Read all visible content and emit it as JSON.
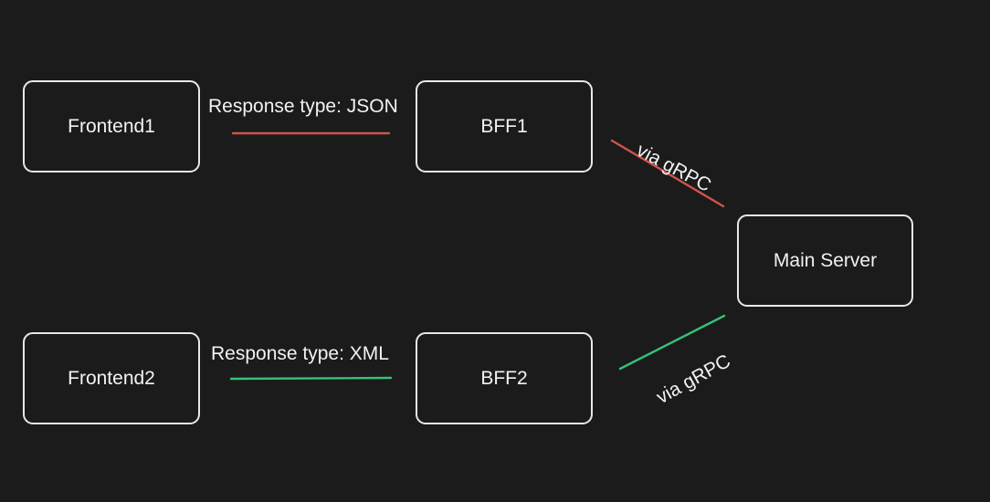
{
  "colors": {
    "background": "#1b1b1b",
    "stroke": "#e8e8e8",
    "json_edge": "#d0534c",
    "xml_edge": "#35c178",
    "grpc1_edge": "#d0534c",
    "grpc2_edge": "#35c178"
  },
  "nodes": {
    "frontend1": "Frontend1",
    "bff1": "BFF1",
    "main_server": "Main Server",
    "frontend2": "Frontend2",
    "bff2": "BFF2"
  },
  "edges": {
    "frontend1_bff1": "Response type: JSON",
    "frontend2_bff2": "Response type: XML",
    "bff1_main": "via gRPC",
    "bff2_main": "via gRPC"
  }
}
